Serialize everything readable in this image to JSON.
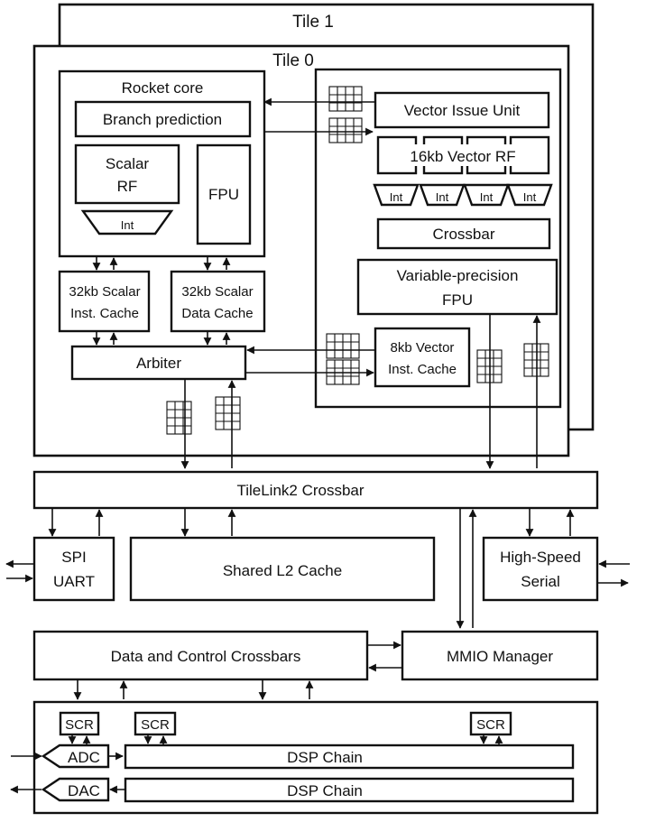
{
  "tiles": {
    "tile1": "Tile 1",
    "tile0": "Tile 0"
  },
  "rocket": {
    "title": "Rocket core",
    "branch": "Branch prediction",
    "scalar_rf_1": "Scalar",
    "scalar_rf_2": "RF",
    "fpu": "FPU",
    "int": "Int"
  },
  "caches": {
    "icache_1": "32kb Scalar",
    "icache_2": "Inst. Cache",
    "dcache_1": "32kb Scalar",
    "dcache_2": "Data Cache"
  },
  "arbiter": "Arbiter",
  "vector": {
    "issue": "Vector Issue Unit",
    "rf": "16kb Vector RF",
    "int": "Int",
    "crossbar": "Crossbar",
    "vpfpu_1": "Variable-precision",
    "vpfpu_2": "FPU",
    "icache_1": "8kb Vector",
    "icache_2": "Inst. Cache"
  },
  "tilelink": "TileLink2 Crossbar",
  "spi_1": "SPI",
  "spi_2": "UART",
  "l2": "Shared L2 Cache",
  "hss_1": "High-Speed",
  "hss_2": "Serial",
  "dcx": "Data and Control Crossbars",
  "mmio": "MMIO Manager",
  "dsp": {
    "scr": "SCR",
    "adc": "ADC",
    "dac": "DAC",
    "chain": "DSP Chain"
  }
}
